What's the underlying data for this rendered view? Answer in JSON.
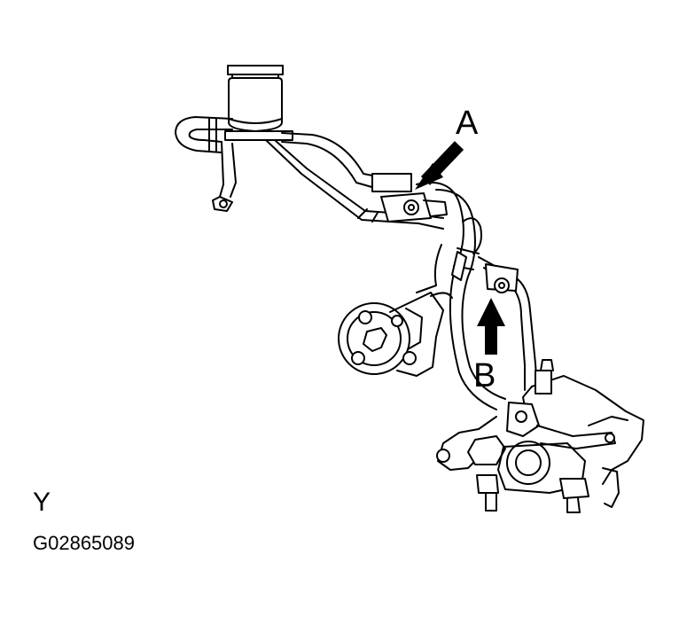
{
  "callouts": {
    "a": "A",
    "b": "B"
  },
  "view_letter": "Y",
  "figure_code": "G02865089",
  "colors": {
    "line": "#000000",
    "background": "#ffffff"
  }
}
